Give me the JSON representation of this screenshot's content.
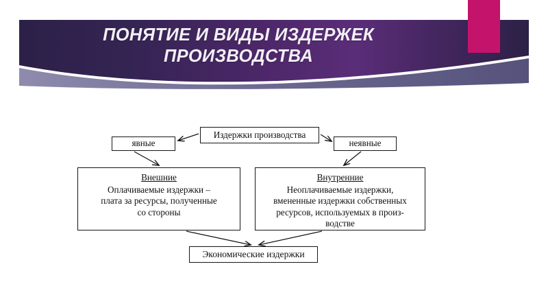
{
  "slide": {
    "title_line1": "ПОНЯТИЕ И ВИДЫ ИЗДЕРЖЕК",
    "title_line2": "ПРОИЗВОДСТВА",
    "title_full": "ПОНЯТИЕ И ВИДЫ ИЗДЕРЖЕК\nПРОИЗВОДСТВА",
    "colors": {
      "banner_dark": "#2d2148",
      "banner_mid": "#55296f",
      "banner_light_swoosh": "#5d5a80",
      "accent_pink": "#c4136b",
      "background": "#ffffff",
      "diagram_ink": "#141414"
    }
  },
  "diagram": {
    "root": {
      "label": "Издержки производства"
    },
    "branch_left": {
      "label": "явные"
    },
    "branch_right": {
      "label": "неявные"
    },
    "external": {
      "heading": "Внешние",
      "body": "Оплачиваемые издержки –\nплата за ресурсы, полученные\nсо стороны"
    },
    "internal": {
      "heading": "Внутренние",
      "body": "Неоплачиваемые издержки,\nвмененные издержки собственных\nресурсов, используемых в произ-\nводстве"
    },
    "total": {
      "label": "Экономические издержки"
    }
  }
}
